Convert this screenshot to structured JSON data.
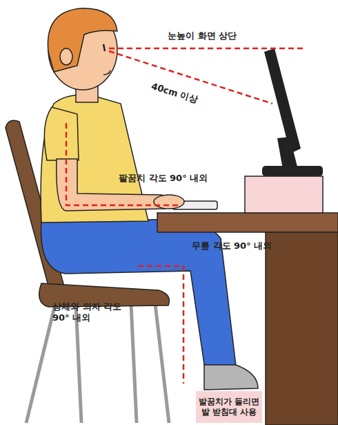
{
  "diagram": {
    "nodes": [
      {
        "text": [
          "발꿈치가 들리면 발 받침대 사용"
        ]
      }
    ],
    "labels": [
      "눈높이 화면 상단",
      "40cm 이상",
      "팔꿈치 각도 90° 내외",
      "무릎 각도 90° 내외",
      "상체와 의자 각도 90° 내외"
    ]
  }
}
